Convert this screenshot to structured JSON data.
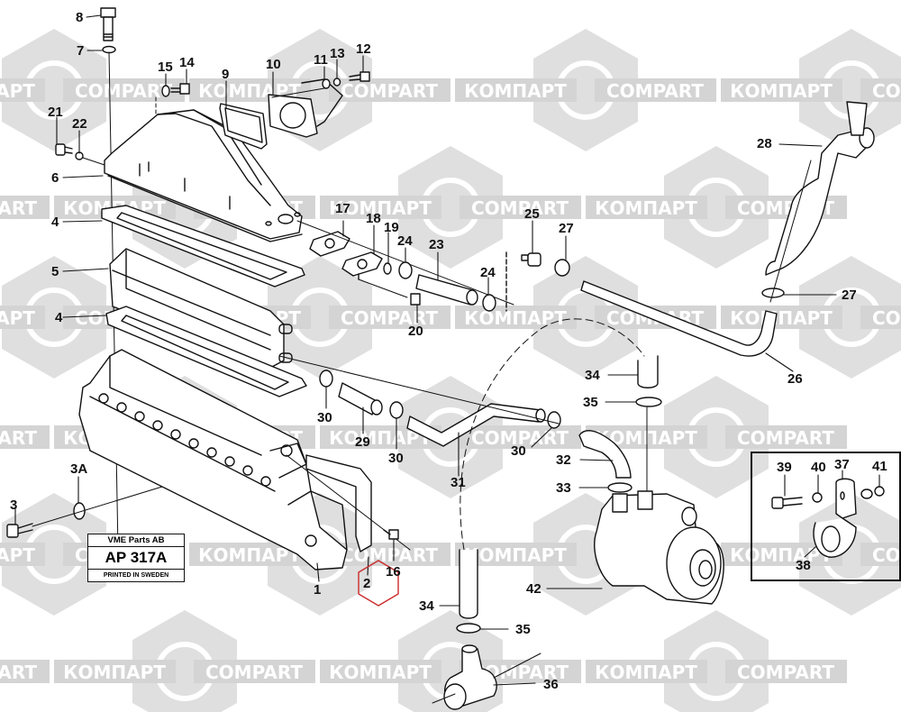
{
  "diagram": {
    "title": "Exploded parts view: intake manifold, oil cooler and coolant pipes",
    "watermark": {
      "text_cyrillic": "КОМПАРТ",
      "text_latin": "COMPART",
      "color": "#d4d4d4"
    },
    "stamp": {
      "company": "VME Parts AB",
      "code": "AP 317A",
      "printed": "PRINTED IN SWEDEN"
    },
    "highlight": {
      "part": "2",
      "shape": "hexagon",
      "color": "#cc2b2b"
    },
    "inset_parts": [
      "39",
      "40",
      "37",
      "41",
      "38"
    ],
    "callouts": [
      {
        "id": "c8",
        "label": "8"
      },
      {
        "id": "c7",
        "label": "7"
      },
      {
        "id": "c15",
        "label": "15"
      },
      {
        "id": "c14",
        "label": "14"
      },
      {
        "id": "c9",
        "label": "9"
      },
      {
        "id": "c10",
        "label": "10"
      },
      {
        "id": "c11",
        "label": "11"
      },
      {
        "id": "c13",
        "label": "13"
      },
      {
        "id": "c12",
        "label": "12"
      },
      {
        "id": "c21",
        "label": "21"
      },
      {
        "id": "c22",
        "label": "22"
      },
      {
        "id": "c6",
        "label": "6"
      },
      {
        "id": "c4a",
        "label": "4"
      },
      {
        "id": "c5",
        "label": "5"
      },
      {
        "id": "c4b",
        "label": "4"
      },
      {
        "id": "c17",
        "label": "17"
      },
      {
        "id": "c18",
        "label": "18"
      },
      {
        "id": "c19",
        "label": "19"
      },
      {
        "id": "c24a",
        "label": "24"
      },
      {
        "id": "c23",
        "label": "23"
      },
      {
        "id": "c24b",
        "label": "24"
      },
      {
        "id": "c25",
        "label": "25"
      },
      {
        "id": "c27a",
        "label": "27"
      },
      {
        "id": "c20",
        "label": "20"
      },
      {
        "id": "c28",
        "label": "28"
      },
      {
        "id": "c27b",
        "label": "27"
      },
      {
        "id": "c26",
        "label": "26"
      },
      {
        "id": "c30a",
        "label": "30"
      },
      {
        "id": "c29",
        "label": "29"
      },
      {
        "id": "c30b",
        "label": "30"
      },
      {
        "id": "c31",
        "label": "31"
      },
      {
        "id": "c30c",
        "label": "30"
      },
      {
        "id": "c34a",
        "label": "34"
      },
      {
        "id": "c35a",
        "label": "35"
      },
      {
        "id": "c32",
        "label": "32"
      },
      {
        "id": "c33",
        "label": "33"
      },
      {
        "id": "c3a",
        "label": "3A"
      },
      {
        "id": "c3",
        "label": "3"
      },
      {
        "id": "c1",
        "label": "1"
      },
      {
        "id": "c2",
        "label": "2"
      },
      {
        "id": "c16",
        "label": "16"
      },
      {
        "id": "c42",
        "label": "42"
      },
      {
        "id": "c34b",
        "label": "34"
      },
      {
        "id": "c35b",
        "label": "35"
      },
      {
        "id": "c36",
        "label": "36"
      },
      {
        "id": "c39",
        "label": "39"
      },
      {
        "id": "c40",
        "label": "40"
      },
      {
        "id": "c37",
        "label": "37"
      },
      {
        "id": "c41",
        "label": "41"
      },
      {
        "id": "c38",
        "label": "38"
      }
    ]
  }
}
